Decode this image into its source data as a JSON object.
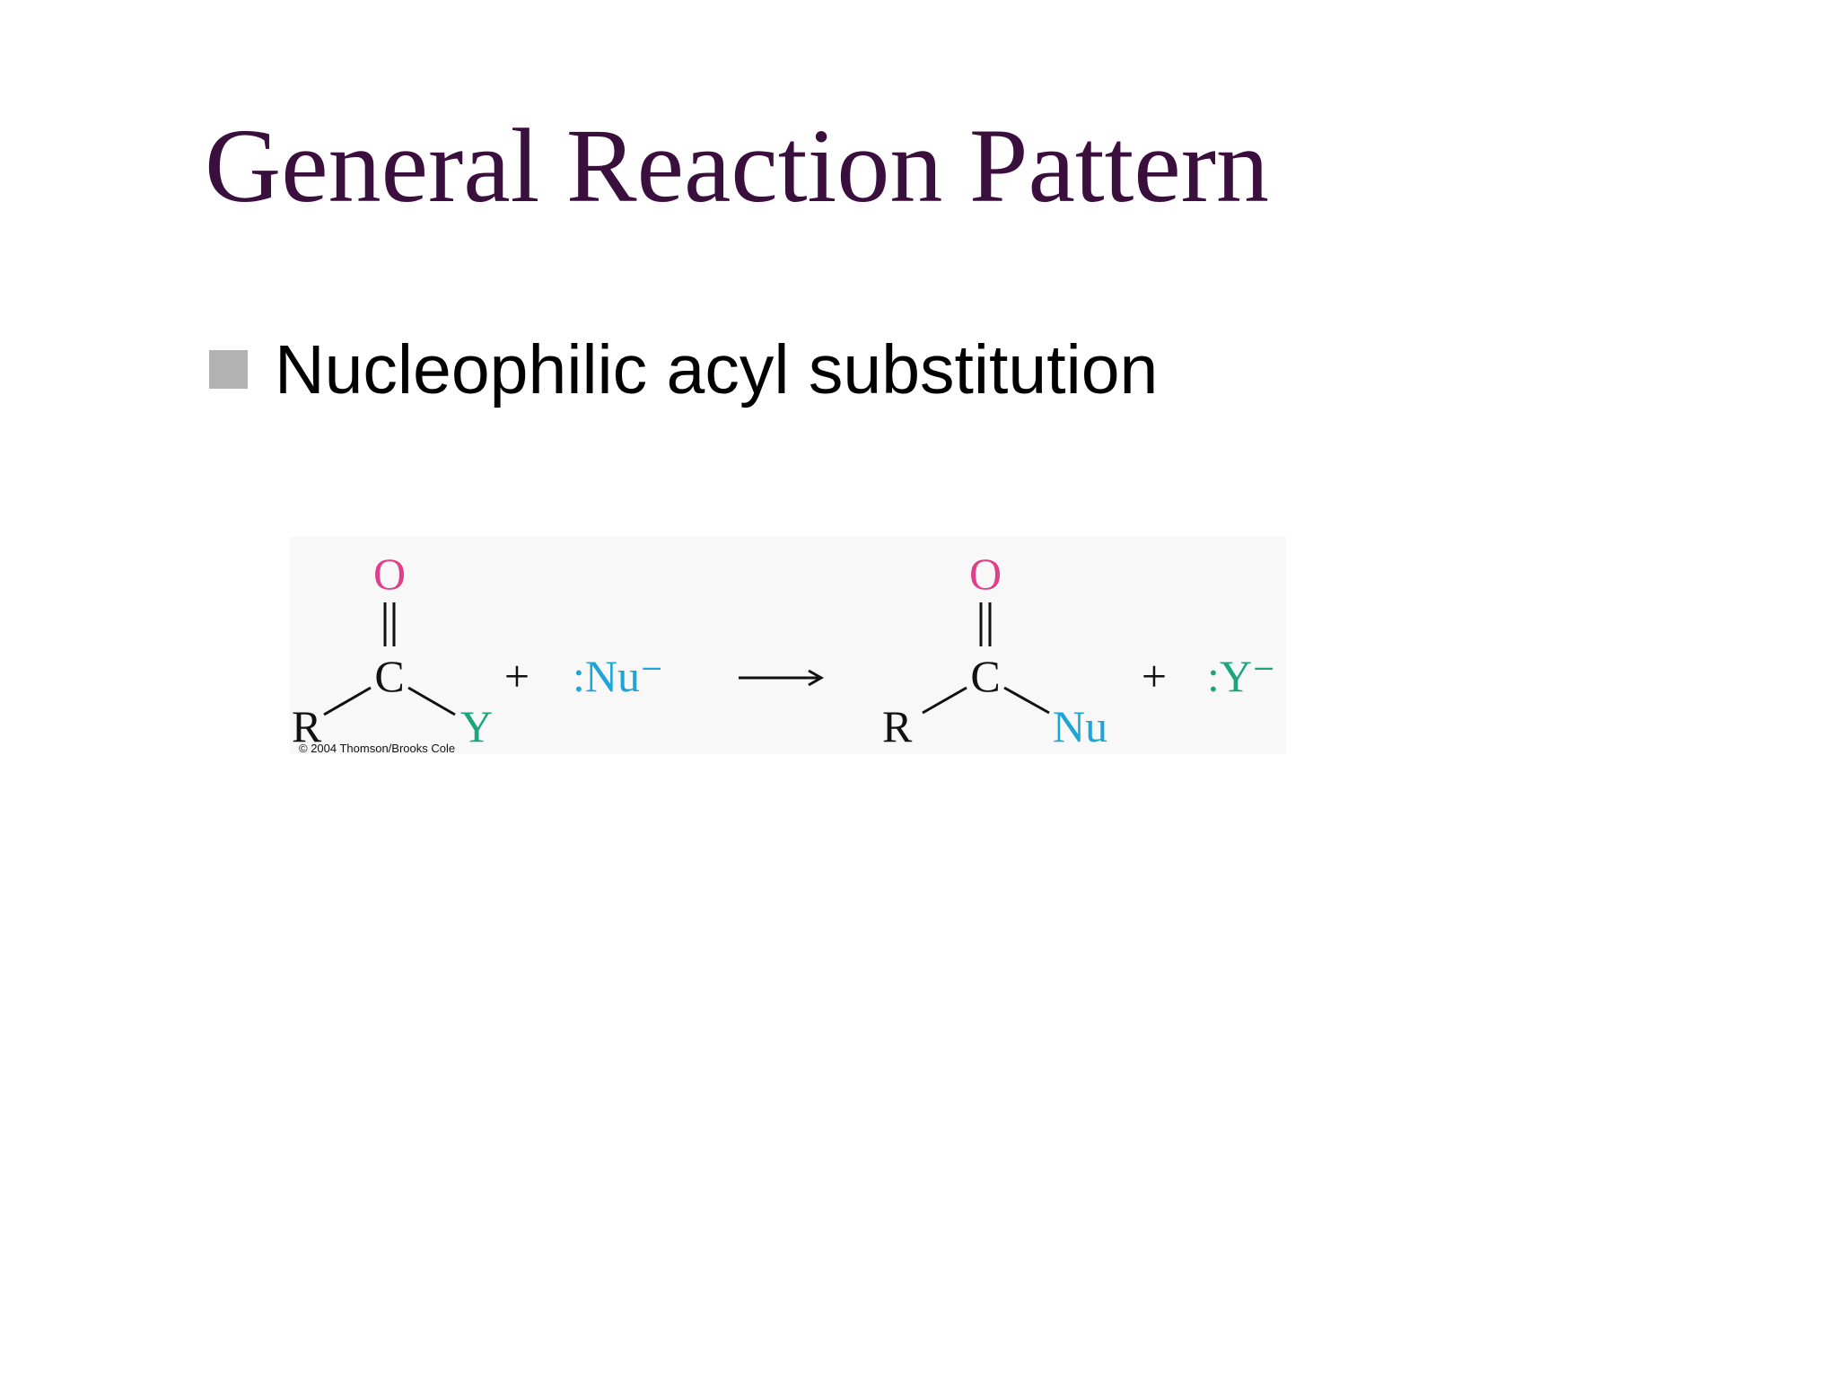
{
  "slide": {
    "title": "General Reaction Pattern",
    "bullets": [
      {
        "text": "Nucleophilic acyl substitution"
      }
    ]
  },
  "reaction": {
    "reactant": {
      "oxygen": "O",
      "carbon": "C",
      "r_group": "R",
      "leaving_group": "Y"
    },
    "plus_1": "+",
    "nucleophile": ":Nu⁻",
    "arrow": "⟶",
    "product": {
      "oxygen": "O",
      "carbon": "C",
      "r_group": "R",
      "nucleophile_group": "Nu"
    },
    "plus_2": "+",
    "leaving_ion": ":Y⁻",
    "copyright": "© 2004 Thomson/Brooks Cole"
  },
  "colors": {
    "title": "#3a0f3e",
    "bullet_marker": "#b2b2b2",
    "oxygen": "#e0408a",
    "nucleophile": "#1ea5d8",
    "leaving_group": "#1aa57a",
    "bond": "#111111"
  }
}
